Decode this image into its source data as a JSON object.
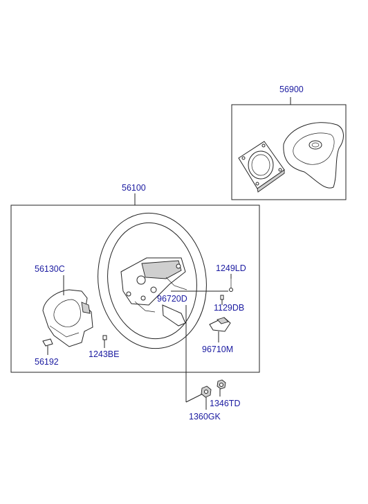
{
  "parts": {
    "airbag_module": "56900",
    "steering_wheel_assy": "56100",
    "cover_lower": "56130C",
    "cover_clip": "56192",
    "screw_cover": "1243BE",
    "bolt_1249": "1249LD",
    "screw_1129": "1129DB",
    "remote_switch_lh": "96720D",
    "remote_switch_rh": "96710M",
    "nut_1346": "1346TD",
    "nut_1360": "1360GK"
  },
  "colors": {
    "label": "#1a1aa0",
    "line": "#222222"
  }
}
